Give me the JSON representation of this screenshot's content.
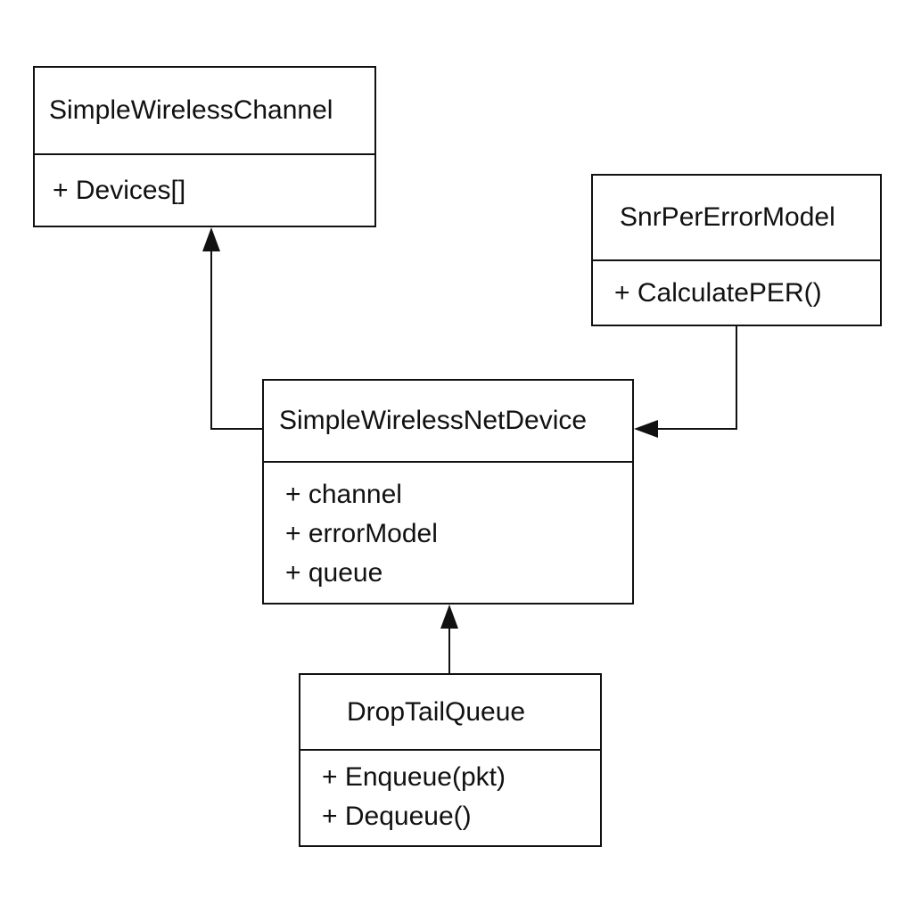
{
  "classes": {
    "channel": {
      "name": "SimpleWirelessChannel",
      "members": [
        "+ Devices[]"
      ]
    },
    "error_model": {
      "name": "SnrPerErrorModel",
      "members": [
        "+ CalculatePER()"
      ]
    },
    "net_device": {
      "name": "SimpleWirelessNetDevice",
      "members": [
        "+ channel",
        "+ errorModel",
        "+ queue"
      ]
    },
    "queue": {
      "name": "DropTailQueue",
      "members": [
        "+ Enqueue(pkt)",
        "+ Dequeue()"
      ]
    }
  },
  "relations": [
    {
      "from": "SimpleWirelessNetDevice",
      "to": "SimpleWirelessChannel",
      "type": "arrow"
    },
    {
      "from": "SnrPerErrorModel",
      "to": "SimpleWirelessNetDevice",
      "type": "arrow"
    },
    {
      "from": "DropTailQueue",
      "to": "SimpleWirelessNetDevice",
      "type": "arrow"
    }
  ],
  "colors": {
    "line": "#111111",
    "background": "#ffffff"
  }
}
